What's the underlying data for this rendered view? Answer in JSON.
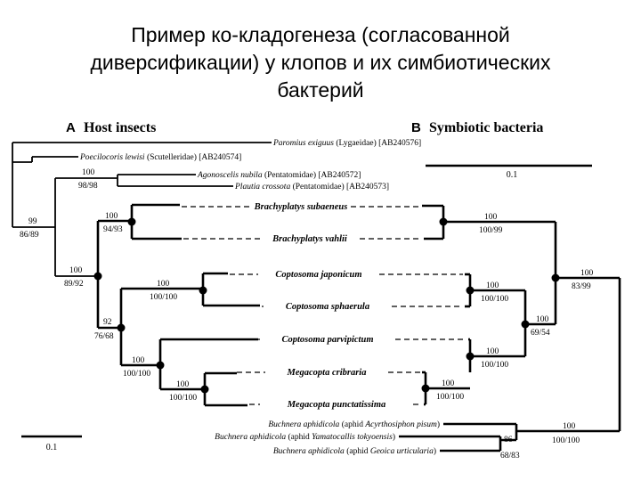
{
  "slide": {
    "title_lines": [
      "Пример ко-кладогенеза (согласованной",
      "диверсификации) у клопов и их симбиотических",
      "бактерий"
    ]
  },
  "figure": {
    "panel_a": {
      "letter": "A",
      "label": "Host insects"
    },
    "panel_b": {
      "letter": "B",
      "label": "Symbiotic bacteria"
    },
    "scale_host": "0.1",
    "scale_symbiont": "0.1",
    "outgroup_insects": [
      {
        "genus": "Paromius exiguus",
        "rest": " (Lygaeidae) [AB240576]"
      },
      {
        "genus": "Poecilocoris lewisi",
        "rest": " (Scutelleridae) [AB240574]"
      },
      {
        "genus": "Agonoscelis nubila",
        "rest": " (Pentatomidae) [AB240572]"
      },
      {
        "genus": "Plautia crossota",
        "rest": " (Pentatomidae) [AB240573]"
      }
    ],
    "shared_taxa": [
      "Brachyplatys subaeneus",
      "Brachyplatys vahlii",
      "Coptosoma japonicum",
      "Coptosoma sphaerula",
      "Coptosoma parvipictum",
      "Megacopta cribraria",
      "Megacopta punctatissima"
    ],
    "buchnera": [
      {
        "genus": "Buchnera aphidicola",
        "mid": " (aphid ",
        "host": "Acyrthosiphon pisum",
        "end": ")"
      },
      {
        "genus": "Buchnera aphidicola",
        "mid": " (aphid ",
        "host": "Yamatocallis tokyoensis",
        "end": ")"
      },
      {
        "genus": "Buchnera aphidicola",
        "mid": " (aphid ",
        "host": "Geoica urticularia",
        "end": ")"
      }
    ],
    "host_support": {
      "root": {
        "top": "99",
        "bottom": "86/89"
      },
      "pentatomidae": {
        "top": "100",
        "bottom": "98/98"
      },
      "plataspidae": {
        "top": "100",
        "bottom": "89/92"
      },
      "brachyplatys": {
        "top": "100",
        "bottom": "94/93"
      },
      "core_plataspid": {
        "top": "92",
        "bottom": "76/68"
      },
      "coptosoma_pair": {
        "top": "100",
        "bottom": "100/100"
      },
      "parvipictum_megacopta": {
        "top": "100",
        "bottom": "100/100"
      },
      "megacopta": {
        "top": "100",
        "bottom": "100/100"
      }
    },
    "symbiont_support": {
      "brachyplatys": {
        "top": "100",
        "bottom": "100/99"
      },
      "coptosoma_pair": {
        "top": "100",
        "bottom": "100/100"
      },
      "parvipictum_megacopta": {
        "top": "100",
        "bottom": "100/100"
      },
      "megacopta": {
        "top": "100",
        "bottom": "100/100"
      },
      "core_plataspid": {
        "top": "100",
        "bottom": "69/54"
      },
      "plataspid_symbionts": {
        "top": "100",
        "bottom": "83/99"
      },
      "buchnera_pair": {
        "top": "86",
        "bottom": "68/83"
      },
      "buchnera_clade": {
        "top": "100",
        "bottom": "100/100"
      }
    }
  }
}
